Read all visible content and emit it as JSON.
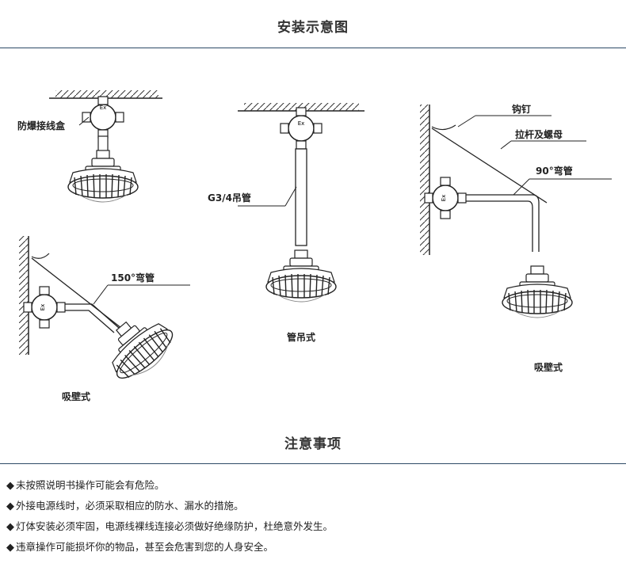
{
  "install": {
    "title": "安装示意图",
    "labels": {
      "junction_box": "防爆接线盒",
      "ex_mark": "Ex",
      "pipe_g34": "G3/4吊管",
      "hook_nail": "钩钉",
      "tie_rod_nut": "拉杆及螺母",
      "bend_90": "90°弯管",
      "bend_150": "150°弯管"
    },
    "captions": {
      "pipe_pendant": "管吊式",
      "wall_right": "吸壁式",
      "wall_left": "吸壁式"
    }
  },
  "notes": {
    "title": "注意事项",
    "bullet": "◆",
    "items": [
      "未按照说明书操作可能会有危险。",
      "外接电源线时，必须采取相应的防水、漏水的措施。",
      "灯体安装必须牢固，电源线裸线连接必须做好绝缘防护，杜绝意外发生。",
      "违章操作可能损坏你的物品，甚至会危害到您的人身安全。"
    ]
  },
  "colors": {
    "rule": "#2d4a66",
    "line": "#222222"
  }
}
